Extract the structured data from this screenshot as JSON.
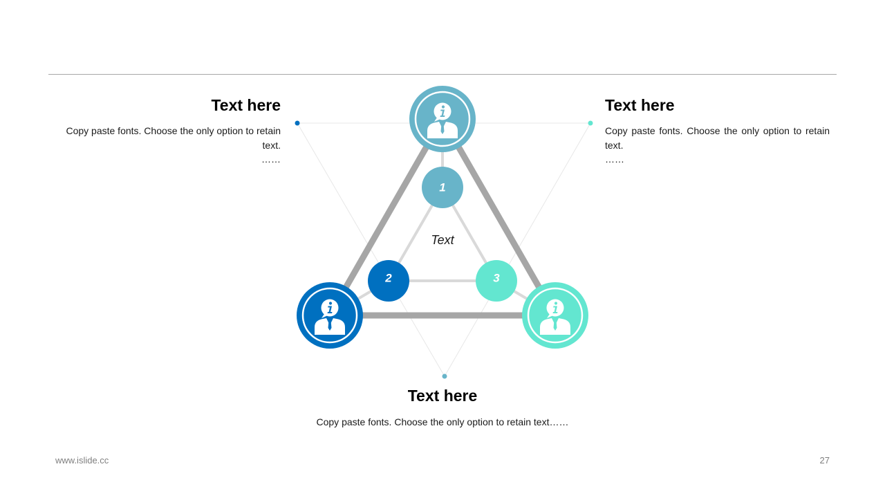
{
  "colors": {
    "top": "#68b4c9",
    "left": "#0070c0",
    "right": "#63e6d0",
    "outer_frame": "#a6a6a6",
    "inner_frame": "#d9d9d9",
    "guide": "#e7e7e7"
  },
  "diagram": {
    "center_label": "Text",
    "nodes": [
      {
        "number": "1",
        "icon": "businessman-info-icon"
      },
      {
        "number": "2",
        "icon": "businessman-info-icon"
      },
      {
        "number": "3",
        "icon": "businessman-info-icon"
      }
    ]
  },
  "blocks": {
    "left": {
      "title": "Text here",
      "body": "Copy paste fonts. Choose the only option to retain text.",
      "dots": "……"
    },
    "right": {
      "title": "Text here",
      "body": "Copy paste fonts. Choose the only option to retain text.",
      "dots": "……"
    },
    "bottom": {
      "title": "Text here",
      "body": "Copy paste fonts. Choose the only option to retain text……"
    }
  },
  "footer": {
    "url": "www.islide.cc",
    "page": "27"
  }
}
